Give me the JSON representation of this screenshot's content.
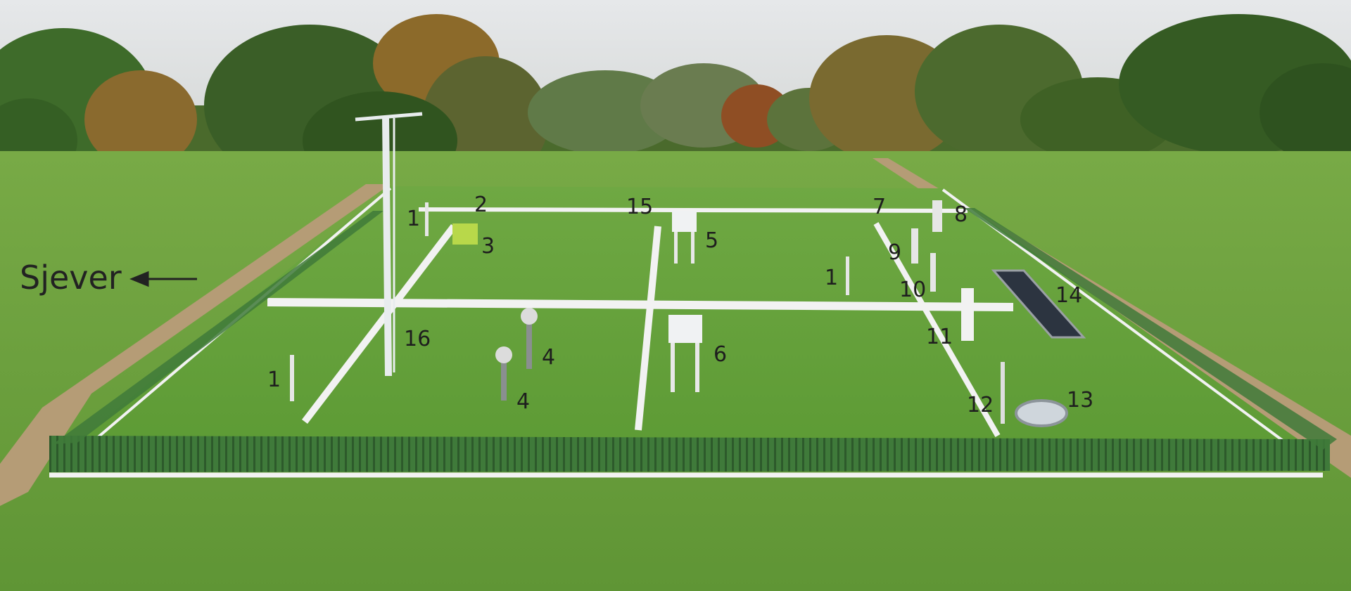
{
  "north_indicator": {
    "text": "Sjever",
    "icon": "arrow-left-icon"
  },
  "labels": [
    "1",
    "2",
    "3",
    "15",
    "5",
    "7",
    "8",
    "9",
    "1",
    "10",
    "14",
    "11",
    "16",
    "4",
    "4",
    "6",
    "1",
    "12",
    "13"
  ]
}
